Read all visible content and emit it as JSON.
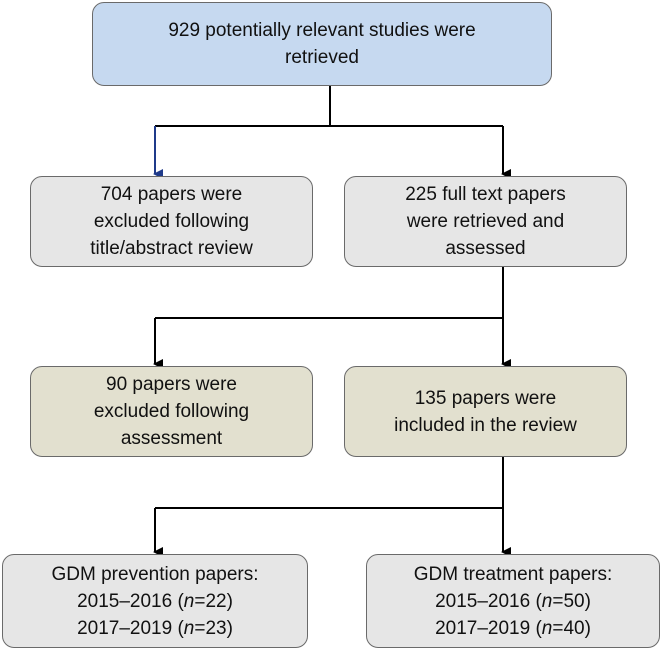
{
  "flowchart": {
    "top": {
      "line1": "929 potentially relevant studies were",
      "line2": "retrieved"
    },
    "excluded_title": {
      "line1": "704 papers were",
      "line2": "excluded following",
      "line3": "title/abstract review"
    },
    "full_text": {
      "line1": "225 full text papers",
      "line2": "were retrieved and",
      "line3": "assessed"
    },
    "excluded_assessment": {
      "line1": "90 papers were",
      "line2": "excluded following",
      "line3": "assessment"
    },
    "included": {
      "line1": "135 papers were",
      "line2": "included in the review"
    },
    "prevention": {
      "title": "GDM prevention papers:",
      "row1": {
        "period": "2015–2016 (",
        "n_label": "n",
        "n_value": "=22)"
      },
      "row2": {
        "period": "2017–2019 (",
        "n_label": "n",
        "n_value": "=23)"
      }
    },
    "treatment": {
      "title": "GDM treatment papers:",
      "row1": {
        "period": "2015–2016 (",
        "n_label": "n",
        "n_value": "=50)"
      },
      "row2": {
        "period": "2017–2019 (",
        "n_label": "n",
        "n_value": "=40)"
      }
    }
  },
  "colors": {
    "top_fill": "#c6d9f0",
    "grey_fill": "#e6e6e6",
    "olive_fill": "#e2e0cf",
    "arrow": "#000000",
    "arrow_blue": "#1f3a8a"
  }
}
